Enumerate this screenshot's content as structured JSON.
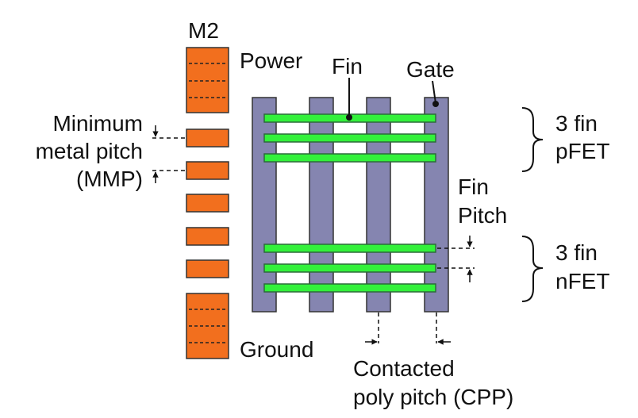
{
  "colors": {
    "metal": "#f26f1e",
    "gate": "#8585b0",
    "fin": "#33f13b",
    "fin_stroke": "#2c6b3a",
    "text": "#111111"
  },
  "labels": {
    "m2": "M2",
    "power": "Power",
    "ground": "Ground",
    "fin": "Fin",
    "gate": "Gate",
    "mmp_line1": "Minimum",
    "mmp_line2": "metal pitch",
    "mmp_line3": "(MMP)",
    "pfet_line1": "3 fin",
    "pfet_line2": "pFET",
    "fin_pitch_line1": "Fin",
    "fin_pitch_line2": "Pitch",
    "nfet_line1": "3 fin",
    "nfet_line2": "nFET",
    "cpp_line1": "Contacted",
    "cpp_line2": "poly pitch (CPP)"
  }
}
